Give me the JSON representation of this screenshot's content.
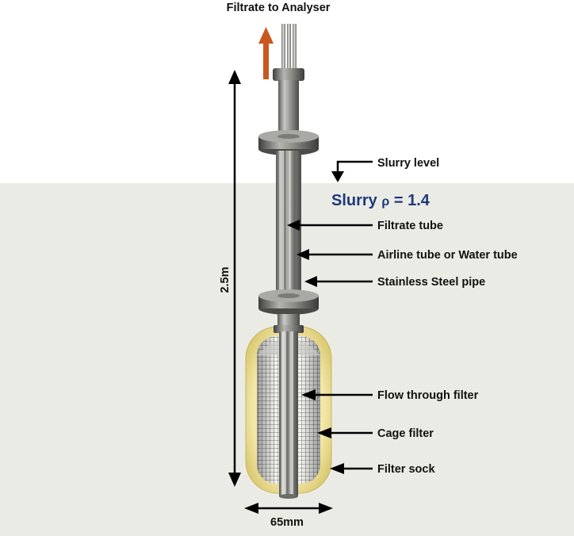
{
  "title": "Filtrate to Analyser",
  "slurry": {
    "level_label": "Slurry level",
    "density_prefix": "Slurry",
    "density_symbol": "ρ",
    "density_value": "= 1.4"
  },
  "labels": {
    "filtrate_tube": "Filtrate tube",
    "airline_tube": "Airline tube or Water tube",
    "stainless_pipe": "Stainless Steel pipe",
    "flow_filter": "Flow through filter",
    "cage_filter": "Cage filter",
    "filter_sock": "Filter sock"
  },
  "dimensions": {
    "height": "2.5m",
    "width": "65mm"
  },
  "colors": {
    "slurry_background": "#ebebe6",
    "flow_arrow": "#c8581e",
    "sock": "#ecdf9a",
    "density_text": "#1d3a78"
  }
}
